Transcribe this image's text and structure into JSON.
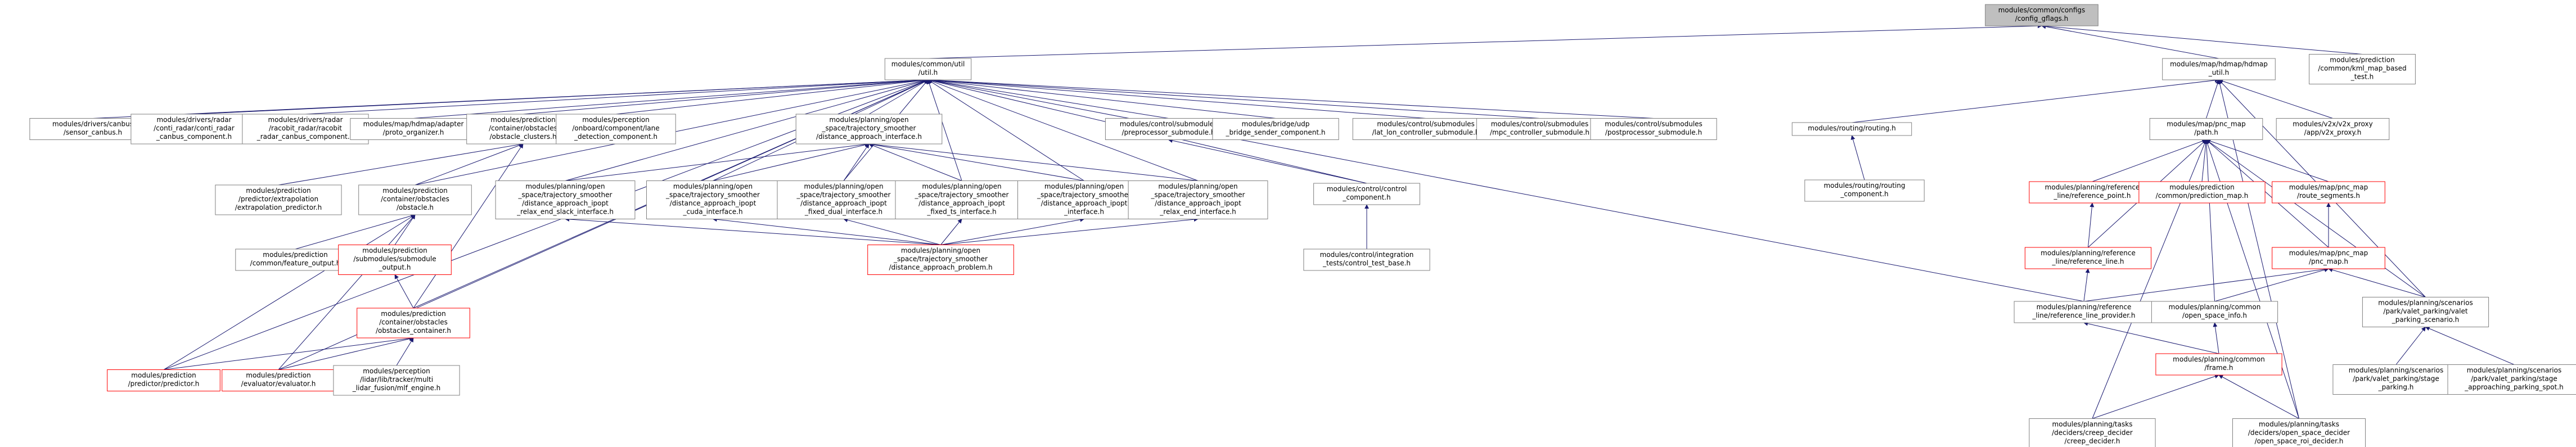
{
  "colors": {
    "edge": "#191970",
    "border_default": "#808080",
    "border_red": "#ff0000",
    "root_fill": "#bfbfbf",
    "node_fill": "#ffffff"
  },
  "nodes": [
    {
      "id": "root",
      "lines": [
        "modules/common/configs",
        "/config_gflags.h"
      ],
      "style": "root"
    },
    {
      "id": "util",
      "lines": [
        "modules/common/util",
        "/util.h"
      ],
      "style": "gray"
    },
    {
      "id": "hdmap_util",
      "lines": [
        "modules/map/hdmap/hdmap",
        "_util.h"
      ],
      "style": "gray"
    },
    {
      "id": "kml_map",
      "lines": [
        "modules/prediction",
        "/common/kml_map_based",
        "_test.h"
      ],
      "style": "gray"
    },
    {
      "id": "canbus",
      "lines": [
        "modules/drivers/canbus",
        "/sensor_canbus.h"
      ],
      "style": "gray"
    },
    {
      "id": "conti_radar",
      "lines": [
        "modules/drivers/radar",
        "/conti_radar/conti_radar",
        "_canbus_component.h"
      ],
      "style": "gray"
    },
    {
      "id": "racobit",
      "lines": [
        "modules/drivers/radar",
        "/racobit_radar/racobit",
        "_radar_canbus_component.h"
      ],
      "style": "gray"
    },
    {
      "id": "proto_org",
      "lines": [
        "modules/map/hdmap/adapter",
        "/proto_organizer.h"
      ],
      "style": "gray"
    },
    {
      "id": "obs_clusters",
      "lines": [
        "modules/prediction",
        "/container/obstacles",
        "/obstacle_clusters.h"
      ],
      "style": "gray"
    },
    {
      "id": "lane_det",
      "lines": [
        "modules/perception",
        "/onboard/component/lane",
        "_detection_component.h"
      ],
      "style": "gray"
    },
    {
      "id": "dist_approach_if",
      "lines": [
        "modules/planning/open",
        "_space/trajectory_smoother",
        "/distance_approach_interface.h"
      ],
      "style": "gray"
    },
    {
      "id": "preprocessor",
      "lines": [
        "modules/control/submodules",
        "/preprocessor_submodule.h"
      ],
      "style": "gray"
    },
    {
      "id": "udp_bridge",
      "lines": [
        "modules/bridge/udp",
        "_bridge_sender_component.h"
      ],
      "style": "gray"
    },
    {
      "id": "lat_lon",
      "lines": [
        "modules/control/submodules",
        "/lat_lon_controller_submodule.h"
      ],
      "style": "gray"
    },
    {
      "id": "mpc_ctrl",
      "lines": [
        "modules/control/submodules",
        "/mpc_controller_submodule.h"
      ],
      "style": "gray"
    },
    {
      "id": "postprocessor",
      "lines": [
        "modules/control/submodules",
        "/postprocessor_submodule.h"
      ],
      "style": "gray"
    },
    {
      "id": "extrap",
      "lines": [
        "modules/prediction",
        "/predictor/extrapolation",
        "/extrapolation_predictor.h"
      ],
      "style": "gray"
    },
    {
      "id": "obstacle_h",
      "lines": [
        "modules/prediction",
        "/container/obstacles",
        "/obstacle.h"
      ],
      "style": "gray"
    },
    {
      "id": "relax_slack",
      "lines": [
        "modules/planning/open",
        "_space/trajectory_smoother",
        "/distance_approach_ipopt",
        "_relax_end_slack_interface.h"
      ],
      "style": "gray"
    },
    {
      "id": "cuda_if",
      "lines": [
        "modules/planning/open",
        "_space/trajectory_smoother",
        "/distance_approach_ipopt",
        "_cuda_interface.h"
      ],
      "style": "gray"
    },
    {
      "id": "fixed_dual",
      "lines": [
        "modules/planning/open",
        "_space/trajectory_smoother",
        "/distance_approach_ipopt",
        "_fixed_dual_interface.h"
      ],
      "style": "gray"
    },
    {
      "id": "fixed_ts",
      "lines": [
        "modules/planning/open",
        "_space/trajectory_smoother",
        "/distance_approach_ipopt",
        "_fixed_ts_interface.h"
      ],
      "style": "gray"
    },
    {
      "id": "ipopt_if",
      "lines": [
        "modules/planning/open",
        "_space/trajectory_smoother",
        "/distance_approach_ipopt",
        "_interface.h"
      ],
      "style": "gray"
    },
    {
      "id": "relax_end",
      "lines": [
        "modules/planning/open",
        "_space/trajectory_smoother",
        "/distance_approach_ipopt",
        "_relax_end_interface.h"
      ],
      "style": "gray"
    },
    {
      "id": "control_comp",
      "lines": [
        "modules/control/control",
        "_component.h"
      ],
      "style": "gray"
    },
    {
      "id": "feature_out",
      "lines": [
        "modules/prediction",
        "/common/feature_output.h"
      ],
      "style": "gray"
    },
    {
      "id": "submodule_out",
      "lines": [
        "modules/prediction",
        "/submodules/submodule",
        "_output.h"
      ],
      "style": "red"
    },
    {
      "id": "dist_problem",
      "lines": [
        "modules/planning/open",
        "_space/trajectory_smoother",
        "/distance_approach_problem.h"
      ],
      "style": "red"
    },
    {
      "id": "ctrl_test",
      "lines": [
        "modules/control/integration",
        "_tests/control_test_base.h"
      ],
      "style": "gray"
    },
    {
      "id": "obs_container",
      "lines": [
        "modules/prediction",
        "/container/obstacles",
        "/obstacles_container.h"
      ],
      "style": "red"
    },
    {
      "id": "predictor",
      "lines": [
        "modules/prediction",
        "/predictor/predictor.h"
      ],
      "style": "red"
    },
    {
      "id": "evaluator",
      "lines": [
        "modules/prediction",
        "/evaluator/evaluator.h"
      ],
      "style": "red"
    },
    {
      "id": "mlf_engine",
      "lines": [
        "modules/perception",
        "/lidar/lib/tracker/multi",
        "_lidar_fusion/mlf_engine.h"
      ],
      "style": "gray"
    },
    {
      "id": "routing_h",
      "lines": [
        "modules/routing/routing.h"
      ],
      "style": "gray"
    },
    {
      "id": "pnc_map",
      "lines": [
        "modules/map/pnc_map",
        "/path.h"
      ],
      "style": "gray"
    },
    {
      "id": "v2x_proxy",
      "lines": [
        "modules/v2x/v2x_proxy",
        "/app/v2x_proxy.h"
      ],
      "style": "gray"
    },
    {
      "id": "routing_comp",
      "lines": [
        "modules/routing/routing",
        "_component.h"
      ],
      "style": "gray"
    },
    {
      "id": "ref_point",
      "lines": [
        "modules/planning/reference",
        "_line/reference_point.h"
      ],
      "style": "red"
    },
    {
      "id": "pred_map",
      "lines": [
        "modules/prediction",
        "/common/prediction_map.h"
      ],
      "style": "red"
    },
    {
      "id": "route_seg",
      "lines": [
        "modules/map/pnc_map",
        "/route_segments.h"
      ],
      "style": "red"
    },
    {
      "id": "ref_line",
      "lines": [
        "modules/planning/reference",
        "_line/reference_line.h"
      ],
      "style": "red"
    },
    {
      "id": "pnc_map_h",
      "lines": [
        "modules/map/pnc_map",
        "/pnc_map.h"
      ],
      "style": "red"
    },
    {
      "id": "ref_provider",
      "lines": [
        "modules/planning/reference",
        "_line/reference_line_provider.h"
      ],
      "style": "gray"
    },
    {
      "id": "open_space_info",
      "lines": [
        "modules/planning/common",
        "/open_space_info.h"
      ],
      "style": "gray"
    },
    {
      "id": "valet_scenario",
      "lines": [
        "modules/planning/scenarios",
        "/park/valet_parking/valet",
        "_parking_scenario.h"
      ],
      "style": "gray"
    },
    {
      "id": "frame_h",
      "lines": [
        "modules/planning/common",
        "/frame.h"
      ],
      "style": "red"
    },
    {
      "id": "stage_parking",
      "lines": [
        "modules/planning/scenarios",
        "/park/valet_parking/stage",
        "_parking.h"
      ],
      "style": "gray"
    },
    {
      "id": "stage_approach",
      "lines": [
        "modules/planning/scenarios",
        "/park/valet_parking/stage",
        "_approaching_parking_spot.h"
      ],
      "style": "gray"
    },
    {
      "id": "creep",
      "lines": [
        "modules/planning/tasks",
        "/deciders/creep_decider",
        "/creep_decider.h"
      ],
      "style": "gray"
    },
    {
      "id": "roi_decider",
      "lines": [
        "modules/planning/tasks",
        "/deciders/open_space_decider",
        "/open_space_roi_decider.h"
      ],
      "style": "gray"
    }
  ],
  "edges": [
    [
      "util",
      "root"
    ],
    [
      "hdmap_util",
      "root"
    ],
    [
      "kml_map",
      "root"
    ],
    [
      "canbus",
      "util"
    ],
    [
      "conti_radar",
      "util"
    ],
    [
      "racobit",
      "util"
    ],
    [
      "proto_org",
      "util"
    ],
    [
      "obs_clusters",
      "util"
    ],
    [
      "lane_det",
      "util"
    ],
    [
      "dist_approach_if",
      "util"
    ],
    [
      "preprocessor",
      "util"
    ],
    [
      "udp_bridge",
      "util"
    ],
    [
      "lat_lon",
      "util"
    ],
    [
      "mpc_ctrl",
      "util"
    ],
    [
      "postprocessor",
      "util"
    ],
    [
      "relax_slack",
      "util"
    ],
    [
      "cuda_if",
      "util"
    ],
    [
      "fixed_dual",
      "util"
    ],
    [
      "fixed_ts",
      "util"
    ],
    [
      "ipopt_if",
      "util"
    ],
    [
      "relax_end",
      "util"
    ],
    [
      "control_comp",
      "util"
    ],
    [
      "obstacle_h",
      "util"
    ],
    [
      "obs_container",
      "util"
    ],
    [
      "predictor",
      "util"
    ],
    [
      "evaluator",
      "util"
    ],
    [
      "ref_provider",
      "util"
    ],
    [
      "extrap",
      "obs_clusters"
    ],
    [
      "obstacle_h",
      "obs_clusters"
    ],
    [
      "obs_container",
      "obs_clusters"
    ],
    [
      "relax_slack",
      "dist_approach_if"
    ],
    [
      "cuda_if",
      "dist_approach_if"
    ],
    [
      "fixed_dual",
      "dist_approach_if"
    ],
    [
      "fixed_ts",
      "dist_approach_if"
    ],
    [
      "ipopt_if",
      "dist_approach_if"
    ],
    [
      "relax_end",
      "dist_approach_if"
    ],
    [
      "control_comp",
      "preprocessor"
    ],
    [
      "ctrl_test",
      "control_comp"
    ],
    [
      "dist_problem",
      "relax_slack"
    ],
    [
      "dist_problem",
      "cuda_if"
    ],
    [
      "dist_problem",
      "fixed_dual"
    ],
    [
      "dist_problem",
      "fixed_ts"
    ],
    [
      "dist_problem",
      "ipopt_if"
    ],
    [
      "dist_problem",
      "relax_end"
    ],
    [
      "feature_out",
      "obstacle_h"
    ],
    [
      "submodule_out",
      "obstacle_h"
    ],
    [
      "obs_container",
      "submodule_out"
    ],
    [
      "predictor",
      "obstacle_h"
    ],
    [
      "evaluator",
      "obstacle_h"
    ],
    [
      "predictor",
      "obs_container"
    ],
    [
      "evaluator",
      "obs_container"
    ],
    [
      "mlf_engine",
      "obs_container"
    ],
    [
      "routing_h",
      "hdmap_util"
    ],
    [
      "pnc_map",
      "hdmap_util"
    ],
    [
      "v2x_proxy",
      "hdmap_util"
    ],
    [
      "valet_scenario",
      "hdmap_util"
    ],
    [
      "roi_decider",
      "hdmap_util"
    ],
    [
      "routing_comp",
      "routing_h"
    ],
    [
      "ref_point",
      "pnc_map"
    ],
    [
      "pred_map",
      "pnc_map"
    ],
    [
      "route_seg",
      "pnc_map"
    ],
    [
      "ref_line",
      "pnc_map"
    ],
    [
      "pnc_map_h",
      "pnc_map"
    ],
    [
      "open_space_info",
      "pnc_map"
    ],
    [
      "valet_scenario",
      "pnc_map"
    ],
    [
      "creep",
      "pnc_map"
    ],
    [
      "roi_decider",
      "pnc_map"
    ],
    [
      "ref_line",
      "ref_point"
    ],
    [
      "pnc_map_h",
      "route_seg"
    ],
    [
      "ref_provider",
      "ref_line"
    ],
    [
      "ref_provider",
      "pnc_map_h"
    ],
    [
      "open_space_info",
      "pnc_map_h"
    ],
    [
      "valet_scenario",
      "pnc_map_h"
    ],
    [
      "frame_h",
      "ref_provider"
    ],
    [
      "frame_h",
      "open_space_info"
    ],
    [
      "creep",
      "frame_h"
    ],
    [
      "roi_decider",
      "frame_h"
    ],
    [
      "stage_parking",
      "valet_scenario"
    ],
    [
      "stage_approach",
      "valet_scenario"
    ]
  ]
}
